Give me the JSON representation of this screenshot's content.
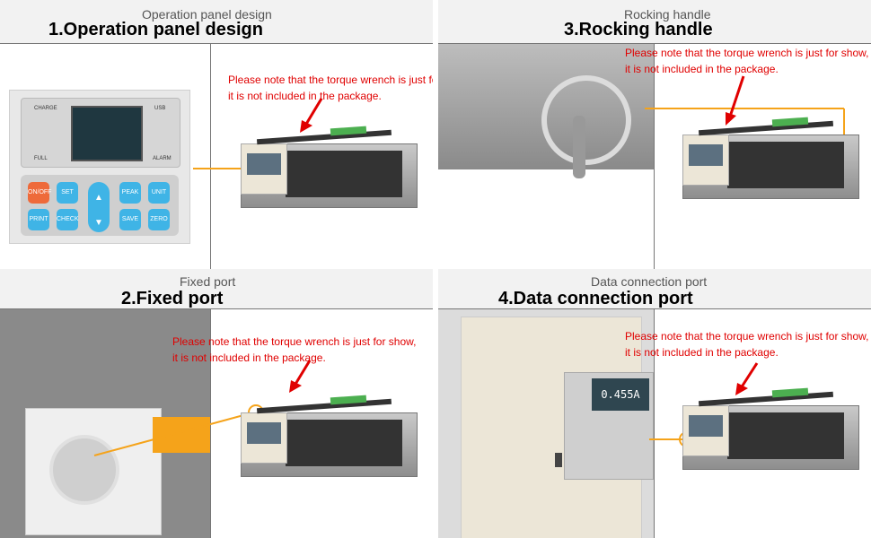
{
  "colors": {
    "note": "#e00000",
    "connector": "#f5a31a",
    "header_bg": "#f2f2f2"
  },
  "panels": {
    "operation": {
      "subtitle": "Operation panel design",
      "title": "1.Operation panel design"
    },
    "fixed": {
      "subtitle": "Fixed port",
      "title": "2.Fixed port"
    },
    "rocking": {
      "subtitle": "Rocking handle",
      "title": "3.Rocking handle"
    },
    "data": {
      "subtitle": "Data connection port",
      "title": "4.Data connection port"
    }
  },
  "note": {
    "line1": "Please note that the torque wrench is just for show,",
    "line2": "it is not included in the package."
  },
  "control_panel": {
    "labels": {
      "charge": "CHARGE",
      "usb": "USB",
      "full": "FULL",
      "alarm": "ALARM"
    },
    "buttons": {
      "onoff": "ON/OFF",
      "set": "SET",
      "peak": "PEAK",
      "unit": "UNIT",
      "print": "PRINT",
      "check": "CHECK",
      "save": "SAVE",
      "zero": "ZERO"
    },
    "icons": {
      "up": "arrow-up-icon",
      "down": "arrow-down-icon"
    }
  },
  "display_reading": "0.455A"
}
